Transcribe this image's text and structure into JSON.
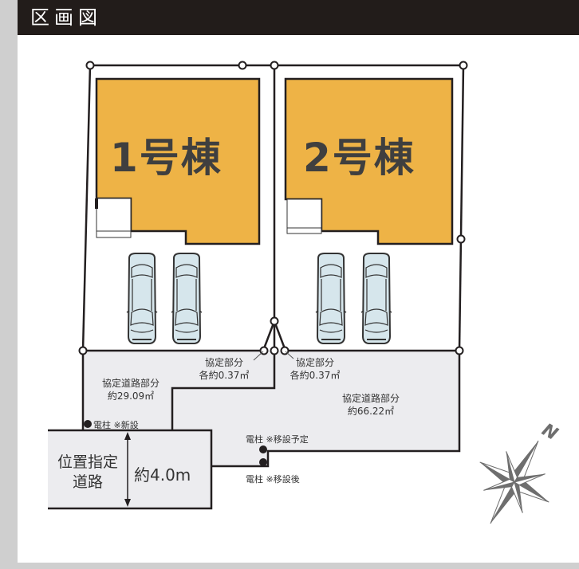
{
  "header": {
    "title": "区画図"
  },
  "lots": [
    {
      "label": "1号棟",
      "color": "#eeb346"
    },
    {
      "label": "2号棟",
      "color": "#eeb346"
    }
  ],
  "road_areas": [
    {
      "label": "協定道路部分",
      "area": "約29.09㎡"
    },
    {
      "label": "協定道路部分",
      "area": "約66.22㎡"
    }
  ],
  "agreement_parts": [
    {
      "label": "協定部分",
      "area": "各約0.37㎡"
    },
    {
      "label": "協定部分",
      "area": "各約0.37㎡"
    }
  ],
  "utility_poles": [
    {
      "label": "電柱 ※新設"
    },
    {
      "label": "電柱 ※移設予定"
    },
    {
      "label": "電柱 ※移設後"
    }
  ],
  "designated_road": {
    "label_line1": "位置指定",
    "label_line2": "道路",
    "width": "約4.0m"
  },
  "compass": {
    "north": "N"
  },
  "colors": {
    "building": "#eeb346",
    "road": "#ececef",
    "car": "#d6e6ec",
    "header": "#221c1a",
    "compass": "#6e6e6e"
  }
}
